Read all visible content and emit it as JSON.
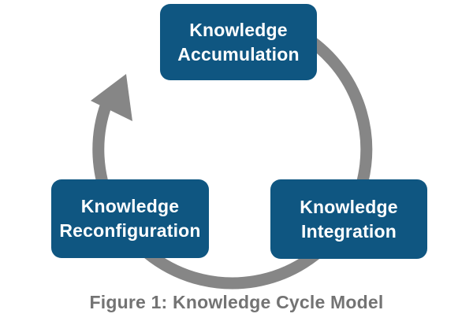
{
  "figure": {
    "type": "cycle-diagram",
    "direction": "clockwise",
    "caption": "Figure 1: Knowledge Cycle Model",
    "nodes": [
      {
        "id": "knowledge-accumulation",
        "position": "top",
        "line1": "Knowledge",
        "line2": "Accumulation"
      },
      {
        "id": "knowledge-integration",
        "position": "bottom-right",
        "line1": "Knowledge",
        "line2": "Integration"
      },
      {
        "id": "knowledge-reconfiguration",
        "position": "bottom-left",
        "line1": "Knowledge",
        "line2": "Reconfiguration"
      }
    ]
  },
  "colors": {
    "node_fill": "#0F5681",
    "node_text": "#FFFFFF",
    "arrow": "#868686",
    "caption_text": "#737373",
    "background": "#FFFFFF"
  }
}
